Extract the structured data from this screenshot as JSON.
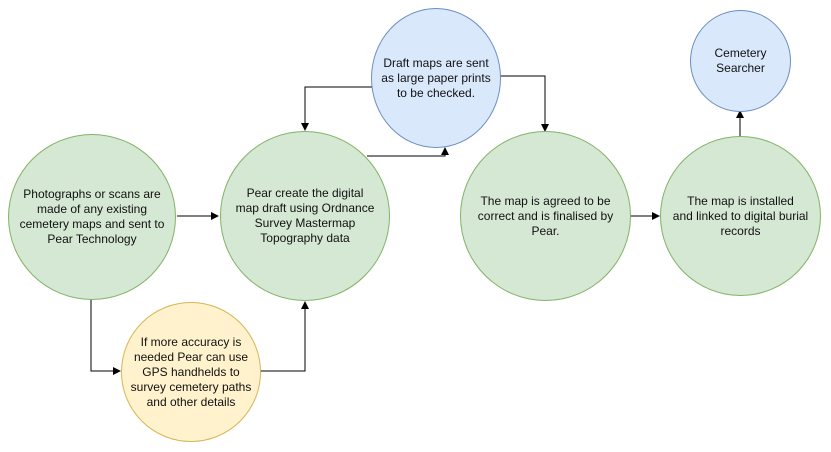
{
  "nodes": {
    "photographs": "Photographs or scans are\nmade of any existing\ncemetery maps and sent to\nPear Technology",
    "draft": "Pear create the digital\nmap draft using Ordnance\nSurvey Mastermap\nTopography data",
    "accuracy": "If more accuracy is\nneeded Pear can use\nGPS handhelds to\nsurvey cemetery paths\nand other details",
    "prints": "Draft maps are sent\nas large paper prints\nto be checked.",
    "finalised": "The map is agreed to be\ncorrect and is finalised by\nPear.",
    "installed": "The map is installed\nand linked to digital burial\nrecords",
    "searcher": "Cemetery\nSearcher"
  }
}
